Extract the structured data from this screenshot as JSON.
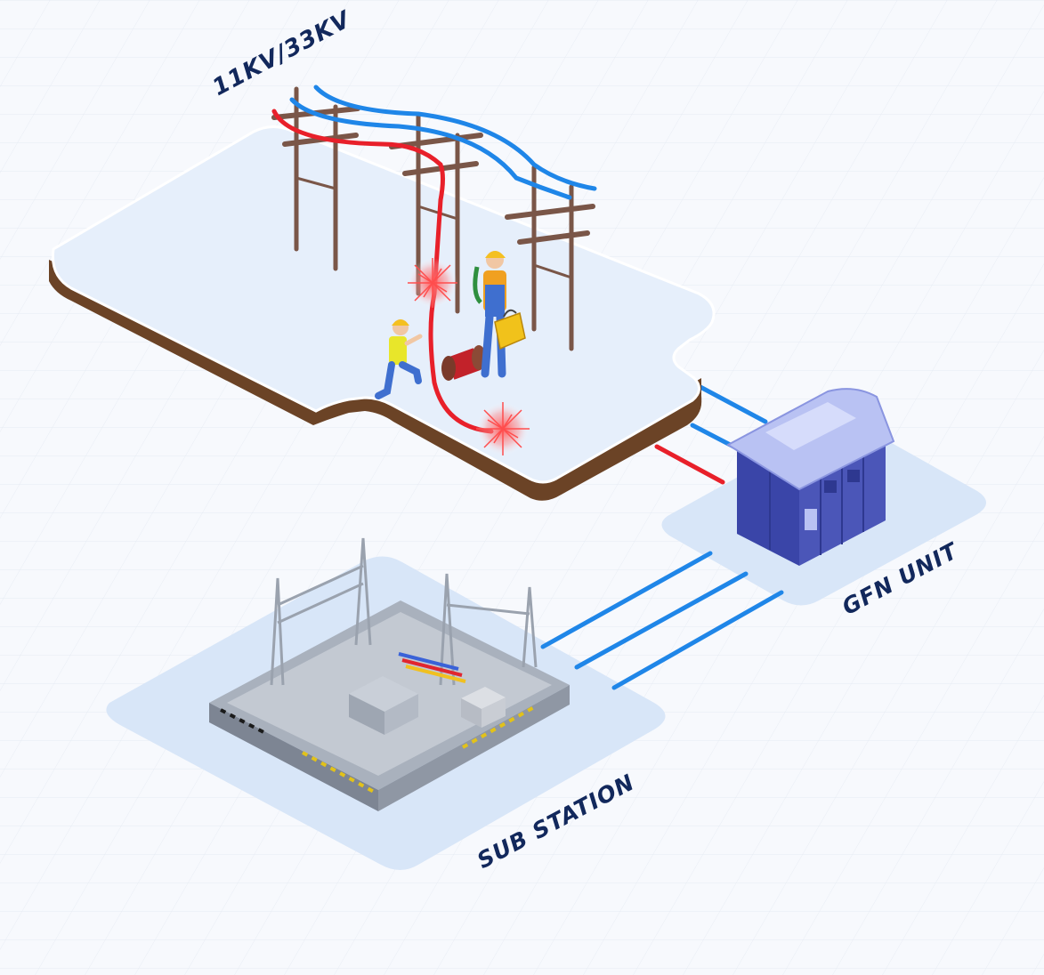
{
  "labels": {
    "feeder": "11KV/33KV",
    "gfn_unit": "GFN UNIT",
    "sub_station": "SUB STATION"
  },
  "colors": {
    "background": "#f7f9fd",
    "platform_top": "#e6effb",
    "platform_soil": "#6b4326",
    "pad": "#d8e6f8",
    "cable_blue": "#1f86e8",
    "cable_red": "#e8202a",
    "label_text": "#12285c",
    "gfn_body": "#4b56b8",
    "gfn_roof": "#b9c2f3"
  },
  "icons": [
    "power-pole-icon",
    "lineman-icon",
    "fault-spark-icon",
    "cable-drum-icon",
    "toolbox-icon",
    "gfn-cabinet-icon",
    "substation-icon",
    "transformer-icon"
  ]
}
